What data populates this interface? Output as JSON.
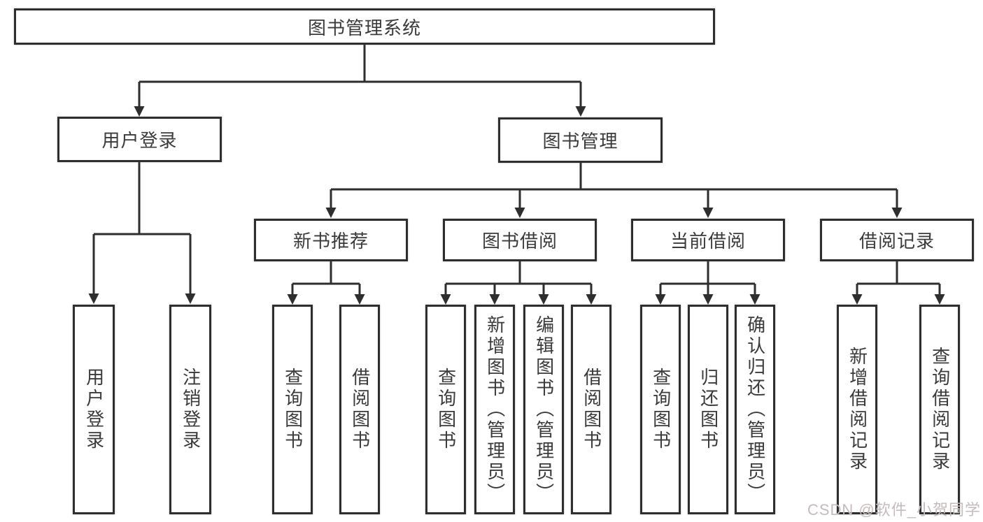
{
  "title_box": {
    "label": "图书管理系统"
  },
  "branches": {
    "user_login": {
      "label": "用户登录",
      "children": [
        "用户登录",
        "注销登录"
      ]
    },
    "book_management": {
      "label": "图书管理",
      "sections": [
        {
          "label": "新书推荐",
          "children": [
            "查询图书",
            "借阅图书"
          ]
        },
        {
          "label": "图书借阅",
          "children": [
            "查询图书",
            "新增图书（管理员）",
            "编辑图书（管理员）",
            "借阅图书"
          ]
        },
        {
          "label": "当前借阅",
          "children": [
            "查询图书",
            "归还图书",
            "确认归还（管理员）"
          ]
        },
        {
          "label": "借阅记录",
          "children": [
            "新增借阅记录",
            "查询借阅记录"
          ]
        }
      ]
    }
  },
  "watermark": "CSDN @软件_小贺同学",
  "colors": {
    "line": "#2e2e2e",
    "box_border": "#2e2e2e",
    "text": "#3a3a3a",
    "watermark": "#c4bcbc",
    "background": "#ffffff"
  }
}
